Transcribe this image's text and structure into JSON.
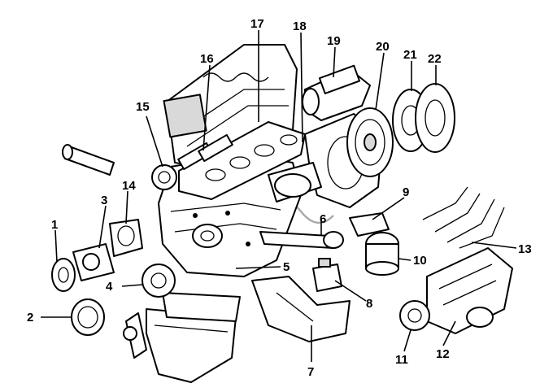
{
  "colors": {
    "line": "#000000",
    "paper": "#ffffff",
    "shade": "#d9d9d9",
    "watermark": "#aaaaaa"
  },
  "callouts": [
    {
      "id": 1,
      "label": "1"
    },
    {
      "id": 2,
      "label": "2"
    },
    {
      "id": 3,
      "label": "3"
    },
    {
      "id": 4,
      "label": "4"
    },
    {
      "id": 5,
      "label": "5"
    },
    {
      "id": 6,
      "label": "6"
    },
    {
      "id": 7,
      "label": "7"
    },
    {
      "id": 8,
      "label": "8"
    },
    {
      "id": 9,
      "label": "9"
    },
    {
      "id": 10,
      "label": "10"
    },
    {
      "id": 11,
      "label": "11"
    },
    {
      "id": 12,
      "label": "12"
    },
    {
      "id": 13,
      "label": "13"
    },
    {
      "id": 14,
      "label": "14"
    },
    {
      "id": 15,
      "label": "15"
    },
    {
      "id": 16,
      "label": "16"
    },
    {
      "id": 17,
      "label": "17"
    },
    {
      "id": 18,
      "label": "18"
    },
    {
      "id": 19,
      "label": "19"
    },
    {
      "id": 20,
      "label": "20"
    },
    {
      "id": 21,
      "label": "21"
    },
    {
      "id": 22,
      "label": "22"
    }
  ]
}
